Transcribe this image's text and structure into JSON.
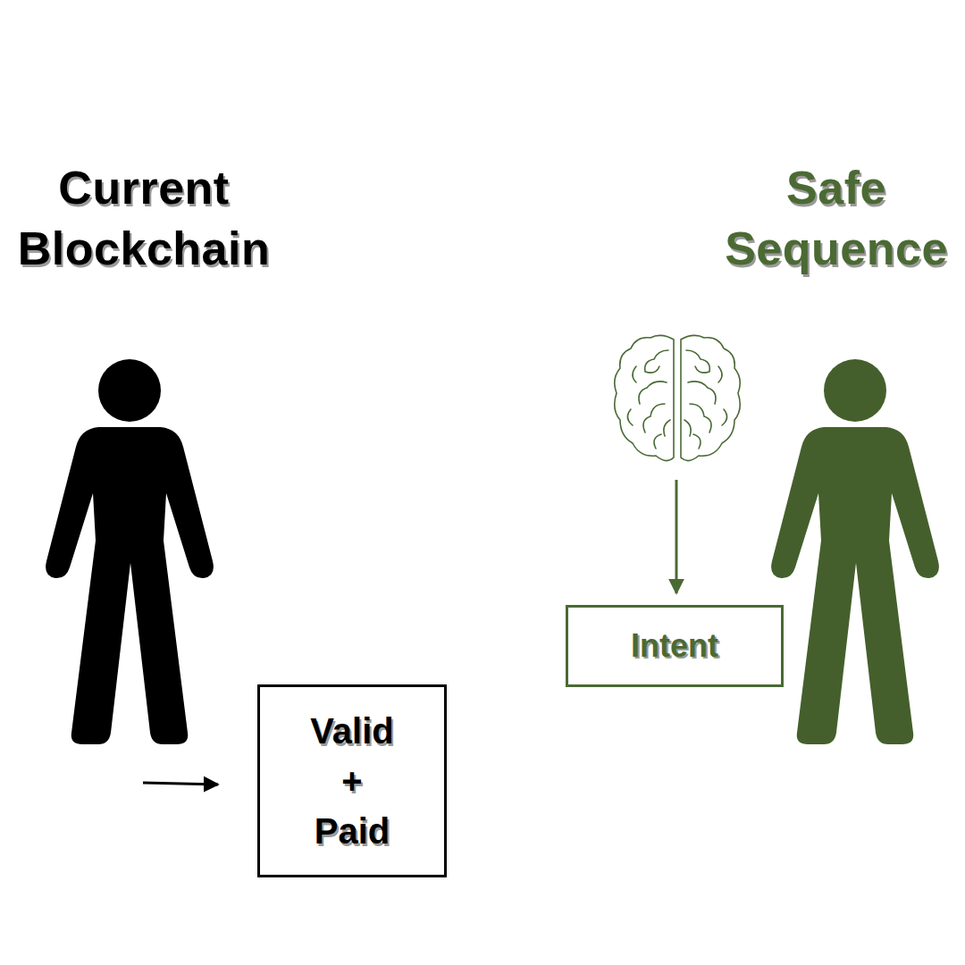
{
  "diagram": {
    "nodes": [
      {
        "text": [
          "Valid + Paid"
        ]
      },
      {
        "text": [
          "Intent"
        ]
      }
    ],
    "labels": [
      "Current Blockchain",
      "Safe Sequence"
    ]
  }
}
